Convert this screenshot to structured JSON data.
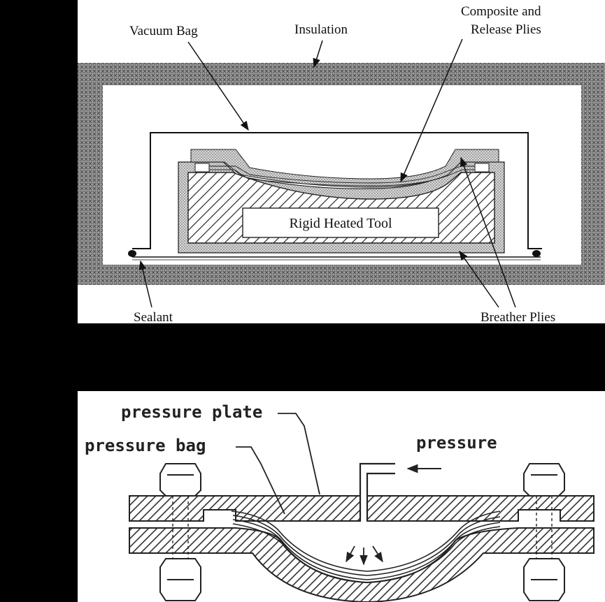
{
  "top_diagram": {
    "labels": {
      "vacuum_bag": "Vacuum Bag",
      "insulation": "Insulation",
      "composite_line1": "Composite and",
      "composite_line2": "Release Plies",
      "tool": "Rigid Heated Tool",
      "sealant": "Sealant",
      "breather": "Breather Plies"
    }
  },
  "bottom_diagram": {
    "labels": {
      "pressure_plate": "pressure plate",
      "pressure_bag": "pressure bag",
      "pressure": "pressure"
    }
  }
}
